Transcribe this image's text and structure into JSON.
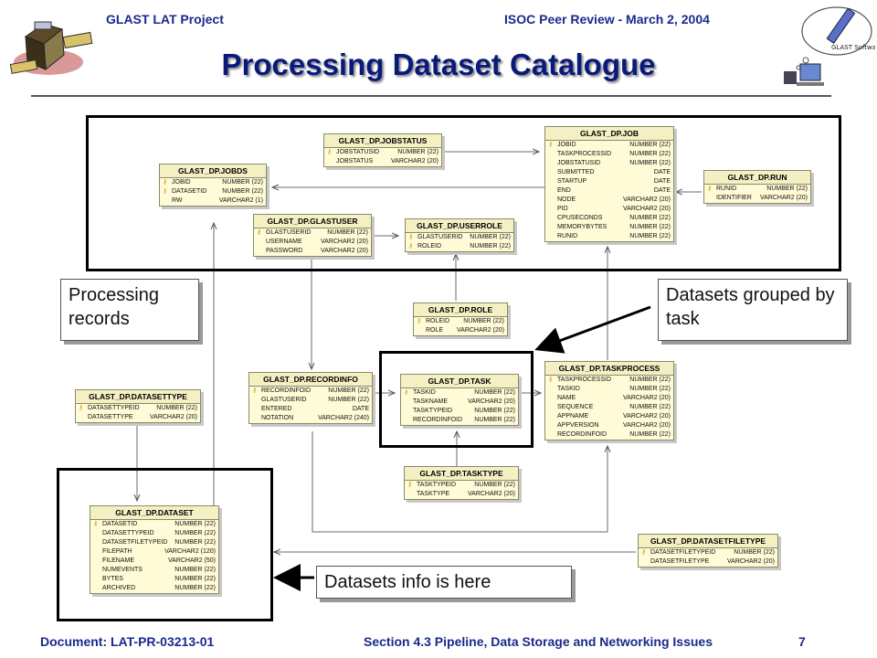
{
  "header": {
    "project": "GLAST LAT Project",
    "review": "ISOC Peer Review - March 2, 2004",
    "title": "Processing Dataset Catalogue",
    "logo_text": "GLAST Software"
  },
  "footer": {
    "document": "Document: LAT-PR-03213-01",
    "section": "Section 4.3 Pipeline, Data Storage and Networking Issues",
    "page": "7"
  },
  "callouts": {
    "processing": "Processing records",
    "grouped": "Datasets grouped by task",
    "info": "Datasets info is here"
  },
  "tables": {
    "jobstatus": {
      "name": "GLAST_DP.JOBSTATUS",
      "rows": [
        [
          "JOBSTATUSID",
          "NUMBER (22)",
          true
        ],
        [
          "JOBSTATUS",
          "VARCHAR2 (20)",
          false
        ]
      ]
    },
    "job": {
      "name": "GLAST_DP.JOB",
      "rows": [
        [
          "JOBID",
          "NUMBER (22)",
          true
        ],
        [
          "TASKPROCESSID",
          "NUMBER (22)",
          false
        ],
        [
          "JOBSTATUSID",
          "NUMBER (22)",
          false
        ],
        [
          "SUBMITTED",
          "DATE",
          false
        ],
        [
          "STARTUP",
          "DATE",
          false
        ],
        [
          "END",
          "DATE",
          false
        ],
        [
          "NODE",
          "VARCHAR2 (20)",
          false
        ],
        [
          "PID",
          "VARCHAR2 (20)",
          false
        ],
        [
          "CPUSECONDS",
          "NUMBER (22)",
          false
        ],
        [
          "MEMORYBYTES",
          "NUMBER (22)",
          false
        ],
        [
          "RUNID",
          "NUMBER (22)",
          false
        ]
      ]
    },
    "jobds": {
      "name": "GLAST_DP.JOBDS",
      "rows": [
        [
          "JOBID",
          "NUMBER (22)",
          true
        ],
        [
          "DATASETID",
          "NUMBER (22)",
          true
        ],
        [
          "RW",
          "VARCHAR2 (1)",
          false
        ]
      ]
    },
    "run": {
      "name": "GLAST_DP.RUN",
      "rows": [
        [
          "RUNID",
          "NUMBER (22)",
          true
        ],
        [
          "IDENTIFIER",
          "VARCHAR2 (20)",
          false
        ]
      ]
    },
    "glastuser": {
      "name": "GLAST_DP.GLASTUSER",
      "rows": [
        [
          "GLASTUSERID",
          "NUMBER (22)",
          true
        ],
        [
          "USERNAME",
          "VARCHAR2 (20)",
          false
        ],
        [
          "PASSWORD",
          "VARCHAR2 (20)",
          false
        ]
      ]
    },
    "userrole": {
      "name": "GLAST_DP.USERROLE",
      "rows": [
        [
          "GLASTUSERID",
          "NUMBER (22)",
          true
        ],
        [
          "ROLEID",
          "NUMBER (22)",
          true
        ]
      ]
    },
    "role": {
      "name": "GLAST_DP.ROLE",
      "rows": [
        [
          "ROLEID",
          "NUMBER (22)",
          true
        ],
        [
          "ROLE",
          "VARCHAR2 (20)",
          false
        ]
      ]
    },
    "datasettype": {
      "name": "GLAST_DP.DATASETTYPE",
      "rows": [
        [
          "DATASETTYPEID",
          "NUMBER (22)",
          true
        ],
        [
          "DATASETTYPE",
          "VARCHAR2 (20)",
          false
        ]
      ]
    },
    "recordinfo": {
      "name": "GLAST_DP.RECORDINFO",
      "rows": [
        [
          "RECORDINFOID",
          "NUMBER (22)",
          true
        ],
        [
          "GLASTUSERID",
          "NUMBER (22)",
          false
        ],
        [
          "ENTERED",
          "DATE",
          false
        ],
        [
          "NOTATION",
          "VARCHAR2 (240)",
          false
        ]
      ]
    },
    "task": {
      "name": "GLAST_DP.TASK",
      "rows": [
        [
          "TASKID",
          "NUMBER (22)",
          true
        ],
        [
          "TASKNAME",
          "VARCHAR2 (20)",
          false
        ],
        [
          "TASKTYPEID",
          "NUMBER (22)",
          false
        ],
        [
          "RECORDINFOID",
          "NUMBER (22)",
          false
        ]
      ]
    },
    "taskprocess": {
      "name": "GLAST_DP.TASKPROCESS",
      "rows": [
        [
          "TASKPROCESSID",
          "NUMBER (22)",
          true
        ],
        [
          "TASKID",
          "NUMBER (22)",
          false
        ],
        [
          "NAME",
          "VARCHAR2 (20)",
          false
        ],
        [
          "SEQUENCE",
          "NUMBER (22)",
          false
        ],
        [
          "APPNAME",
          "VARCHAR2 (20)",
          false
        ],
        [
          "APPVERSION",
          "VARCHAR2 (20)",
          false
        ],
        [
          "RECORDINFOID",
          "NUMBER (22)",
          false
        ]
      ]
    },
    "tasktype": {
      "name": "GLAST_DP.TASKTYPE",
      "rows": [
        [
          "TASKTYPEID",
          "NUMBER (22)",
          true
        ],
        [
          "TASKTYPE",
          "VARCHAR2 (20)",
          false
        ]
      ]
    },
    "dataset": {
      "name": "GLAST_DP.DATASET",
      "rows": [
        [
          "DATASETID",
          "NUMBER (22)",
          true
        ],
        [
          "DATASETTYPEID",
          "NUMBER (22)",
          false
        ],
        [
          "DATASETFILETYPEID",
          "NUMBER (22)",
          false
        ],
        [
          "FILEPATH",
          "VARCHAR2 (120)",
          false
        ],
        [
          "FILENAME",
          "VARCHAR2 (50)",
          false
        ],
        [
          "NUMEVENTS",
          "NUMBER (22)",
          false
        ],
        [
          "BYTES",
          "NUMBER (22)",
          false
        ],
        [
          "ARCHIVED",
          "NUMBER (22)",
          false
        ]
      ]
    },
    "datasetfiletype": {
      "name": "GLAST_DP.DATASETFILETYPE",
      "rows": [
        [
          "DATASETFILETYPEID",
          "NUMBER (22)",
          true
        ],
        [
          "DATASETFILETYPE",
          "VARCHAR2 (20)",
          false
        ]
      ]
    }
  }
}
